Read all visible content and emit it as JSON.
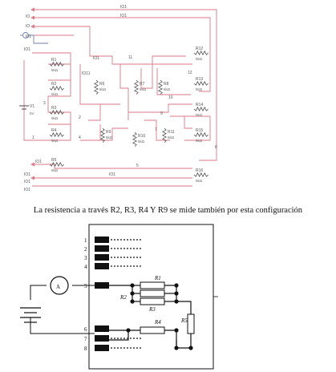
{
  "caption": "La resistencia a través R2, R3, R4 Y R9 se mide también por esta configuración",
  "schematic": {
    "nets": {
      "io1": "IO1",
      "io": "IO",
      "i01": "I01",
      "io11": "IO11",
      "n1": "1",
      "n2": "2",
      "n3": "3",
      "n4": "4",
      "n5": "5",
      "n6": "6",
      "n7": "7",
      "n8": "8",
      "n9": "9",
      "n10": "10",
      "n11": "11",
      "n12": "12"
    },
    "source": {
      "name": "V1",
      "value": "5V"
    },
    "resistors": {
      "r1": {
        "name": "R1",
        "value": "5kΩ"
      },
      "r2": {
        "name": "R2",
        "value": "5kΩ"
      },
      "r3": {
        "name": "R3",
        "value": "5kΩ"
      },
      "r4": {
        "name": "R4",
        "value": "5kΩ"
      },
      "r5": {
        "name": "R5",
        "value": "5kΩ"
      },
      "r6": {
        "name": "R6",
        "value": "5kΩ"
      },
      "r7": {
        "name": "R7",
        "value": "5kΩ"
      },
      "r8": {
        "name": "R8",
        "value": "5kΩ"
      },
      "r9": {
        "name": "R9",
        "value": "5kΩ"
      },
      "r10": {
        "name": "R10",
        "value": "5kΩ"
      },
      "r11": {
        "name": "R11",
        "value": "5kΩ"
      },
      "r12": {
        "name": "R12",
        "value": "5kΩ"
      },
      "r13": {
        "name": "R13",
        "value": "5kΩ"
      },
      "r14": {
        "name": "R14",
        "value": "5kΩ"
      },
      "r15": {
        "name": "R15",
        "value": "5kΩ"
      },
      "r16": {
        "name": "R16",
        "value": "5kΩ"
      }
    }
  },
  "figure": {
    "pins": [
      "1",
      "2",
      "3",
      "4",
      "5",
      "6",
      "7",
      "8"
    ],
    "ammeter": "A",
    "labels": {
      "r1": "R1",
      "r2": "R2",
      "r3": "R3",
      "r4": "R4",
      "r5": "R5"
    }
  },
  "colors": {
    "wire_red": "#d97a86",
    "wire_blue": "#6f7fae",
    "ink": "#111111"
  }
}
